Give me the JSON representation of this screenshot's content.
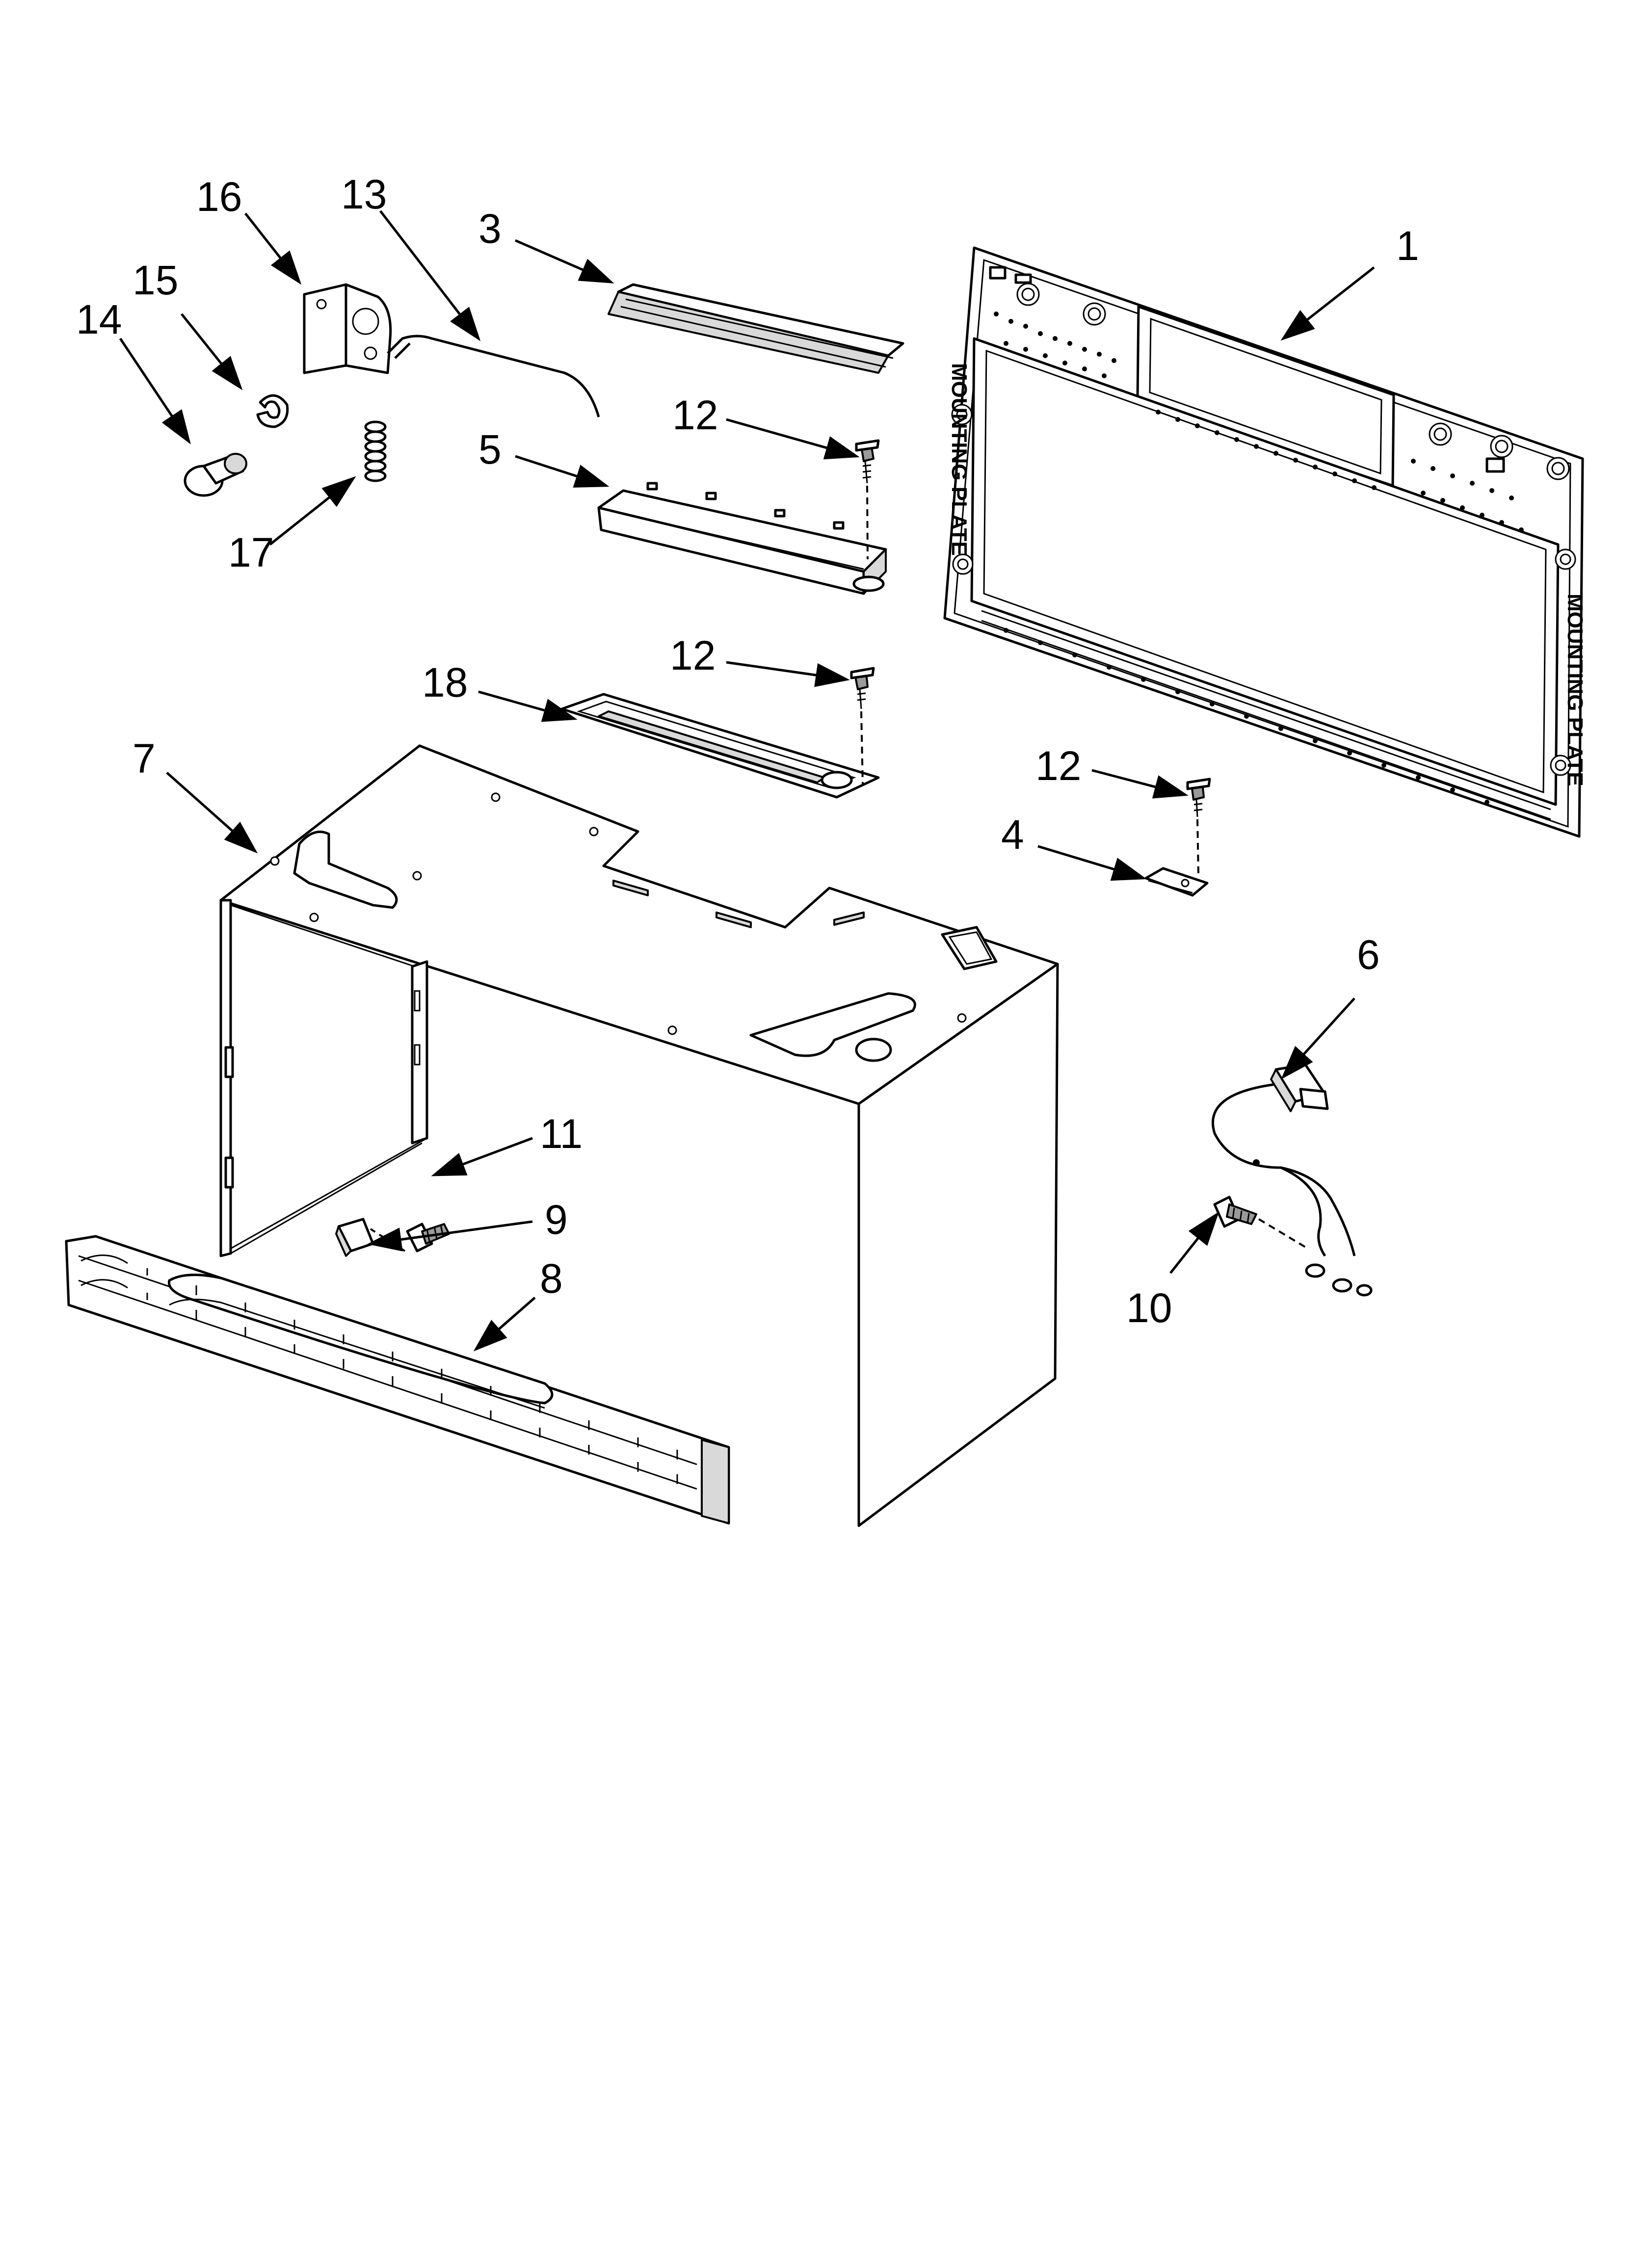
{
  "parts": [
    {
      "id": "part-1",
      "callout": "1"
    },
    {
      "id": "part-3",
      "callout": "3"
    },
    {
      "id": "part-4",
      "callout": "4"
    },
    {
      "id": "part-5",
      "callout": "5"
    },
    {
      "id": "part-6",
      "callout": "6"
    },
    {
      "id": "part-7",
      "callout": "7"
    },
    {
      "id": "part-8",
      "callout": "8"
    },
    {
      "id": "part-9",
      "callout": "9"
    },
    {
      "id": "part-10",
      "callout": "10"
    },
    {
      "id": "part-11",
      "callout": "11"
    },
    {
      "id": "part-12",
      "callout": "12"
    },
    {
      "id": "part-13",
      "callout": "13"
    },
    {
      "id": "part-14",
      "callout": "14"
    },
    {
      "id": "part-15",
      "callout": "15"
    },
    {
      "id": "part-16",
      "callout": "16"
    },
    {
      "id": "part-17",
      "callout": "17"
    },
    {
      "id": "part-18",
      "callout": "18"
    }
  ],
  "plate_markings": {
    "left": "MOUNTING PLATE",
    "right": "MOUNTING PLATE"
  },
  "colors": {
    "line": "#000000",
    "background": "#ffffff",
    "shade": "#d9d9d9"
  }
}
